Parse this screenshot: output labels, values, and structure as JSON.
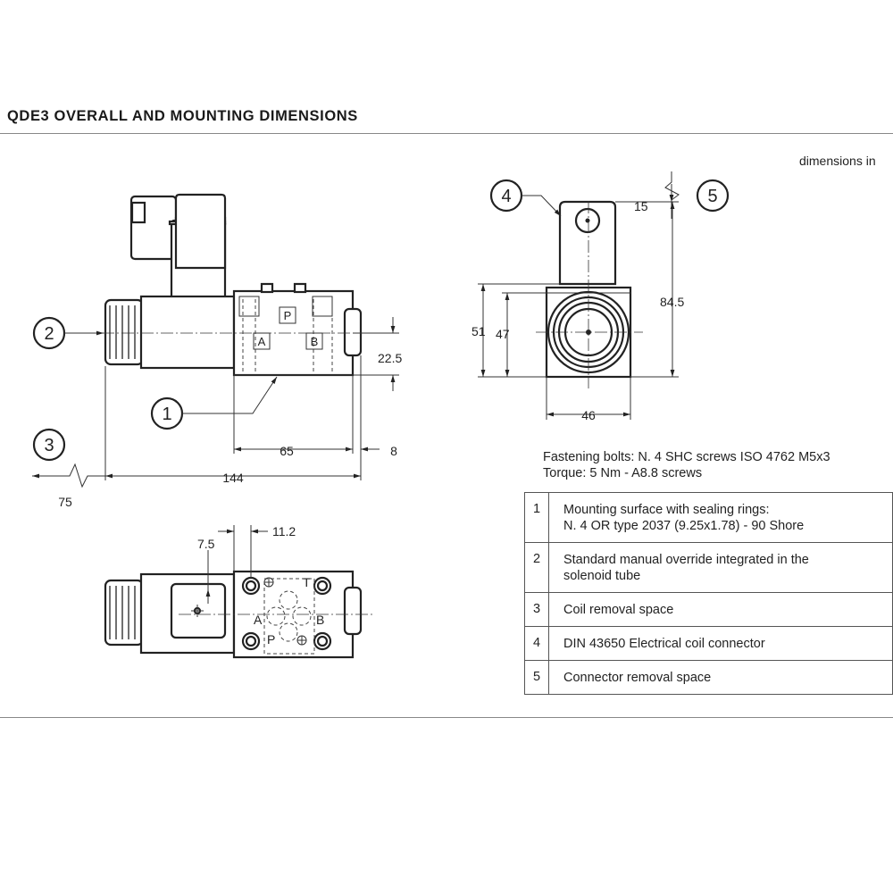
{
  "title": "QDE3 OVERALL AND MOUNTING DIMENSIONS",
  "units_note": "dimensions in",
  "fastening": {
    "line1": "Fastening bolts: N. 4 SHC screws ISO 4762 M5x3",
    "line2": "Torque: 5 Nm - A8.8 screws"
  },
  "callouts": [
    "1",
    "2",
    "3",
    "4",
    "5"
  ],
  "dimensions": {
    "d22_5": "22.5",
    "d65": "65",
    "d8": "8",
    "d144": "144",
    "d75": "75",
    "d15": "15",
    "d84_5": "84.5",
    "d51": "51",
    "d47": "47",
    "d46": "46",
    "d7_5": "7.5",
    "d11_2": "11.2"
  },
  "port_labels": {
    "P": "P",
    "A": "A",
    "B": "B",
    "T": "T"
  },
  "legend": [
    {
      "num": "1",
      "line1": "Mounting surface with sealing rings:",
      "line2": "N. 4 OR type 2037 (9.25x1.78) - 90 Shore"
    },
    {
      "num": "2",
      "line1": "Standard manual override integrated in the",
      "line2": "solenoid tube"
    },
    {
      "num": "3",
      "line1": "Coil removal space",
      "line2": ""
    },
    {
      "num": "4",
      "line1": "DIN 43650 Electrical coil connector",
      "line2": ""
    },
    {
      "num": "5",
      "line1": "Connector removal space",
      "line2": ""
    }
  ]
}
